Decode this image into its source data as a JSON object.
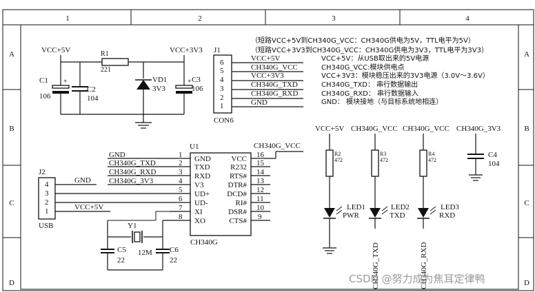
{
  "frame": {
    "cols": [
      "1",
      "2",
      "3",
      "4"
    ],
    "rows": [
      "A",
      "B",
      "C",
      "D"
    ]
  },
  "power": {
    "vcc5v": "VCC+5V",
    "vcc3v3": "VCC+3V3",
    "r1": {
      "ref": "R1",
      "value": "221"
    },
    "c1": {
      "ref": "C1",
      "value": "106"
    },
    "c2": {
      "ref": "C2",
      "value": "104"
    },
    "vd1": {
      "ref": "VD1",
      "value": "3V3"
    },
    "c3": {
      "ref": "C3",
      "value": "106"
    }
  },
  "j1": {
    "ref": "J1",
    "name": "CON6",
    "pins": [
      "6",
      "5",
      "4",
      "3",
      "2",
      "1"
    ],
    "nets": [
      "VCC+5V",
      "VCC+3V3",
      "CH340G_VCC",
      "CH340G_TXD",
      "CH340G_RXD",
      "GND"
    ]
  },
  "notes": {
    "line1": "（短路VCC+5V到CH340G_VCC：CH340G供电为5V，TTL电平为5V）",
    "line2": "（短路VCC+3V3到CH340G_VCC：CH340G供电为3V3，TTL电平为3V3）",
    "items": [
      "VCC+5V：从USB取出来的5V电源",
      "CH340G_VCC:模块供电点",
      "VCC+3V3：模块稳压出来的3V3电源（3.0V～3.6V）",
      "CH340G_TXD：  串行数据输出",
      "CH340G_RXD：  串行数据输入",
      "GND：  模块接地（与目标系统地相连）"
    ]
  },
  "leds": {
    "net_labels": [
      "VCC+5V",
      "CH340G_VCC",
      "CH340G_VCC",
      "CH340G_3V3"
    ],
    "r2": {
      "ref": "R2",
      "value": "472"
    },
    "r3": {
      "ref": "R3",
      "value": "472"
    },
    "r4": {
      "ref": "R4",
      "value": "472"
    },
    "c4": {
      "ref": "C4",
      "value": "104"
    },
    "led1": {
      "ref": "LED1",
      "name": "PWR"
    },
    "led2": {
      "ref": "LED2",
      "name": "TXD"
    },
    "led3": {
      "ref": "LED3",
      "name": "RXD"
    },
    "bottom_labels": [
      "CH340G_TXD",
      "CH340G_RXD"
    ]
  },
  "u1": {
    "ref": "U1",
    "part": "CH340G",
    "vcc_net": "CH340G_VCC",
    "left_pins": [
      {
        "num": "1",
        "name": "GND",
        "net": "GND"
      },
      {
        "num": "2",
        "name": "TXD",
        "net": "CH340G_TXD"
      },
      {
        "num": "3",
        "name": "RXD",
        "net": "CH340G_RXD"
      },
      {
        "num": "4",
        "name": "V3",
        "net": "CH340G_3V3"
      },
      {
        "num": "5",
        "name": "UD+",
        "net": ""
      },
      {
        "num": "6",
        "name": "UD-",
        "net": ""
      },
      {
        "num": "7",
        "name": "XI",
        "net": ""
      },
      {
        "num": "8",
        "name": "XO",
        "net": ""
      }
    ],
    "right_pins": [
      {
        "num": "16",
        "name": "VCC"
      },
      {
        "num": "15",
        "name": "R232"
      },
      {
        "num": "14",
        "name": "RTS#"
      },
      {
        "num": "13",
        "name": "DTR#"
      },
      {
        "num": "12",
        "name": "DCD#"
      },
      {
        "num": "11",
        "name": "RI#"
      },
      {
        "num": "10",
        "name": "DSR#"
      },
      {
        "num": "9",
        "name": "CTS#"
      }
    ]
  },
  "usb": {
    "ref": "J2",
    "name": "USB",
    "pins": [
      "4",
      "3",
      "2",
      "1"
    ],
    "gnd_net": "GND",
    "vcc_net": "VCC+5V"
  },
  "crystal": {
    "y1": {
      "ref": "Y1",
      "value": "12M"
    },
    "c5": {
      "ref": "C5",
      "value": "22"
    },
    "c6": {
      "ref": "C6",
      "value": "22"
    }
  },
  "watermark": "CSDN @努力成为焦耳定律鸭"
}
